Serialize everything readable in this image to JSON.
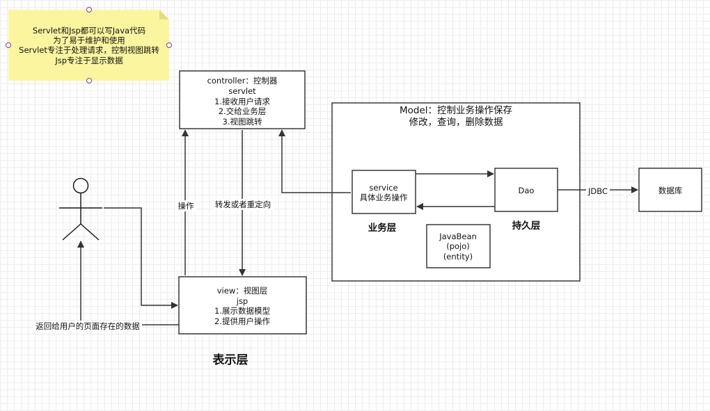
{
  "note": {
    "lines": [
      "Servlet和Jsp都可以写Java代码",
      "为了易于维护和使用",
      "Servlet专注于处理请求，控制视图跳转",
      "Jsp专注于显示数据"
    ]
  },
  "controller": {
    "lines": [
      "controller：控制器",
      "servlet",
      "1.接收用户请求",
      "2.交给业务层",
      "3.视图跳转"
    ]
  },
  "view": {
    "lines": [
      "view：视图层",
      "jsp",
      "1.展示数据模型",
      "2.提供用户操作"
    ]
  },
  "model": {
    "title": "Model：控制业务操作保存",
    "subtitle": "修改，查询，删除数据"
  },
  "service": {
    "lines": [
      "service",
      "具体业务操作"
    ]
  },
  "dao": {
    "label": "Dao"
  },
  "javabean": {
    "lines": [
      "JavaBean",
      "(pojo)",
      "(entity)"
    ]
  },
  "database": {
    "label": "数据库"
  },
  "labels": {
    "business_layer": "业务层",
    "persistence_layer": "持久层",
    "presentation_layer": "表示层",
    "operate": "操作",
    "forward_redirect": "转发或者重定向",
    "jdbc": "JDBC",
    "return_to_user": "返回给用户的页面存在的数据"
  },
  "colors": {
    "note_fill": "#fbf5a0",
    "note_fold": "#e4dd7e",
    "stroke": "#1a1a1a",
    "edge": "#333333",
    "handle": "#8a3a78"
  }
}
